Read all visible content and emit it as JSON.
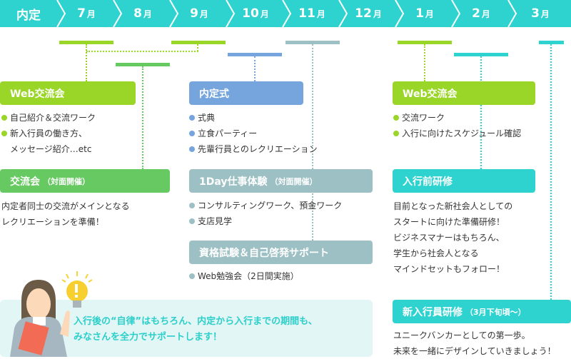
{
  "header": {
    "months": [
      {
        "num": "内定",
        "unit": ""
      },
      {
        "num": "7",
        "unit": "月"
      },
      {
        "num": "8",
        "unit": "月"
      },
      {
        "num": "9",
        "unit": "月"
      },
      {
        "num": "10",
        "unit": "月"
      },
      {
        "num": "11",
        "unit": "月"
      },
      {
        "num": "12",
        "unit": "月"
      },
      {
        "num": "1",
        "unit": "月"
      },
      {
        "num": "2",
        "unit": "月"
      },
      {
        "num": "3",
        "unit": "月"
      }
    ]
  },
  "colors": {
    "teal": "#2ed3d0",
    "lime": "#9ad628",
    "green": "#66c961",
    "blue": "#76a5de",
    "grey": "#9dc0c4"
  },
  "events": {
    "web1": {
      "title": "Web交流会",
      "items": [
        "自己紹介＆交流ワーク",
        "新入行員の働き方、",
        "メッセージ紹介…etc"
      ]
    },
    "meet": {
      "title": "交流会",
      "sub": "（対面開催）",
      "desc": [
        "内定者同士の交流がメインとなる",
        "レクリエーションを準備！"
      ]
    },
    "ceremony": {
      "title": "内定式",
      "items": [
        "式典",
        "立食パーティー",
        "先輩行員とのレクリエーション"
      ]
    },
    "oneday": {
      "title": "1Day仕事体験",
      "sub": "（対面開催）",
      "items": [
        "コンサルティングワーク、預金ワーク",
        "支店見学"
      ]
    },
    "qual": {
      "title": "資格試験＆自己啓発サポート",
      "items": [
        "Web勉強会（2日間実施）"
      ]
    },
    "web2": {
      "title": "Web交流会",
      "items": [
        "交流ワーク",
        "入行に向けたスケジュール確認"
      ]
    },
    "pre": {
      "title": "入行前研修",
      "desc": [
        "目前となった新社会人としての",
        "スタートに向けた準備研修！",
        "ビジネスマナーはもちろん、",
        "学生から社会人となる",
        "マインドセットもフォロー！"
      ]
    },
    "newhire": {
      "title": "新入行員研修",
      "sub": "（3月下旬頃〜）",
      "desc": [
        "ユニークバンカーとしての第一歩。",
        "未来を一緒にデザインしていきましょう！"
      ]
    }
  },
  "message": [
    "入行後の“自律”はもちろん、内定から入行までの期間も、",
    "みなさんを全力でサポートします！"
  ]
}
